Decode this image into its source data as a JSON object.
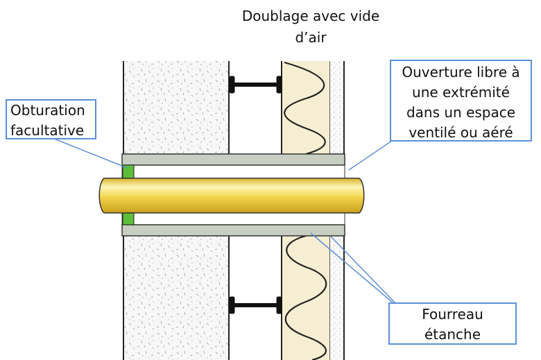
{
  "title": {
    "line1": "Doublage avec vide",
    "line2": "d’air"
  },
  "callouts": {
    "obturation": {
      "line1": "Obturation",
      "line2": "facultative"
    },
    "ouverture": {
      "line1": "Ouverture libre à",
      "line2": "une extrémité",
      "line3": "dans un espace",
      "line4": "ventilé ou aéré"
    },
    "fourreau": {
      "line1": "Fourreau",
      "line2": "étanche"
    }
  },
  "colors": {
    "concrete": "#f5f5f5",
    "insulation": "#f6eed2",
    "sleeve": "#c8cfc2",
    "pipe": "#f0d24a",
    "seal": "#5fbd3c",
    "callout_border": "#5b8fd6"
  }
}
